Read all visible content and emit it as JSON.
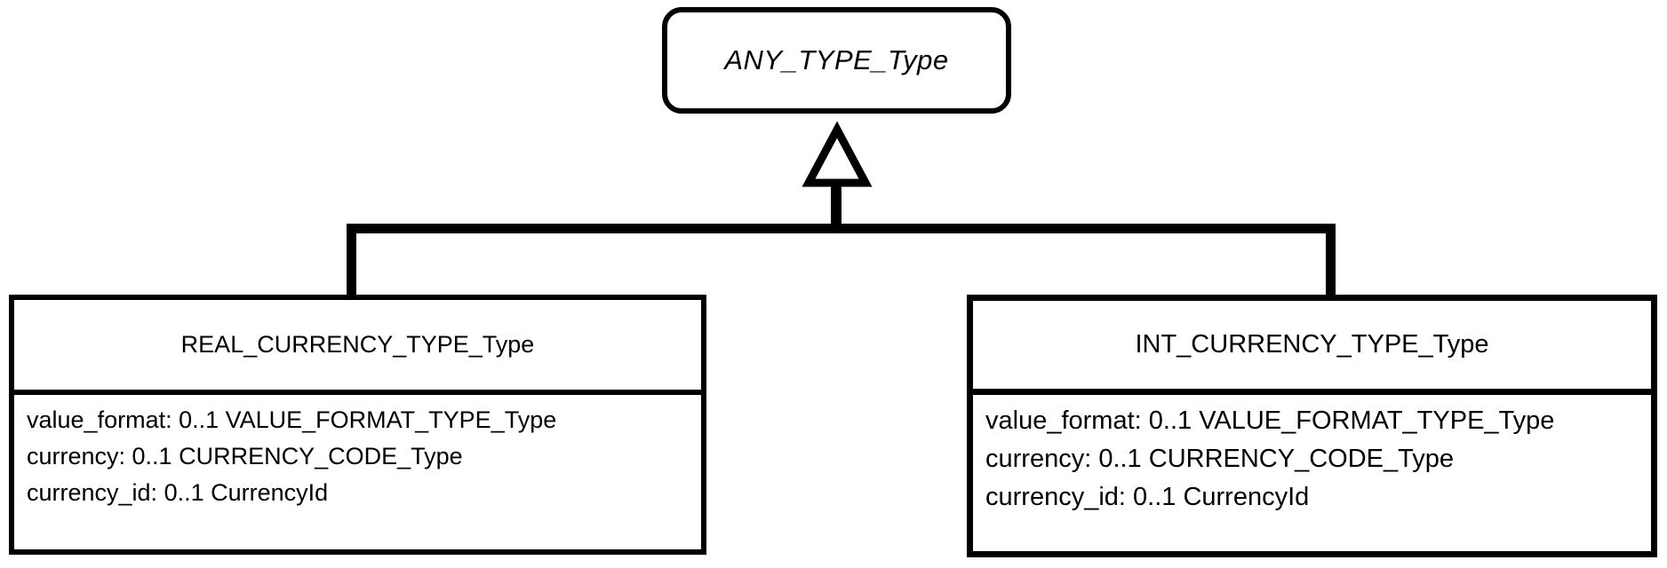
{
  "diagram": {
    "type": "uml-class-diagram",
    "notation": "UML generalization (inheritance)",
    "background_color": "#FFFFFF",
    "line_color": "#000000"
  },
  "root_class": {
    "name": "ANY_TYPE_Type",
    "abstract": true,
    "shape": "rounded-rectangle"
  },
  "subclasses": [
    {
      "id": "real",
      "name": "REAL_CURRENCY_TYPE_Type",
      "attributes": [
        {
          "text": "value_format: 0..1 VALUE_FORMAT_TYPE_Type",
          "name": "value_format",
          "multiplicity": "0..1",
          "type": "VALUE_FORMAT_TYPE_Type"
        },
        {
          "text": "currency: 0..1 CURRENCY_CODE_Type",
          "name": "currency",
          "multiplicity": "0..1",
          "type": "CURRENCY_CODE_Type"
        },
        {
          "text": "currency_id: 0..1 CurrencyId",
          "name": "currency_id",
          "multiplicity": "0..1",
          "type": "CurrencyId"
        }
      ]
    },
    {
      "id": "int",
      "name": "INT_CURRENCY_TYPE_Type",
      "attributes": [
        {
          "text": "value_format: 0..1 VALUE_FORMAT_TYPE_Type",
          "name": "value_format",
          "multiplicity": "0..1",
          "type": "VALUE_FORMAT_TYPE_Type"
        },
        {
          "text": "currency: 0..1 CURRENCY_CODE_Type",
          "name": "currency",
          "multiplicity": "0..1",
          "type": "CURRENCY_CODE_Type"
        },
        {
          "text": "currency_id: 0..1 CurrencyId",
          "name": "currency_id",
          "multiplicity": "0..1",
          "type": "CurrencyId"
        }
      ]
    }
  ],
  "relationships": [
    {
      "kind": "generalization",
      "from": "REAL_CURRENCY_TYPE_Type",
      "to": "ANY_TYPE_Type",
      "arrow": "hollow-triangle"
    },
    {
      "kind": "generalization",
      "from": "INT_CURRENCY_TYPE_Type",
      "to": "ANY_TYPE_Type",
      "arrow": "hollow-triangle"
    }
  ]
}
